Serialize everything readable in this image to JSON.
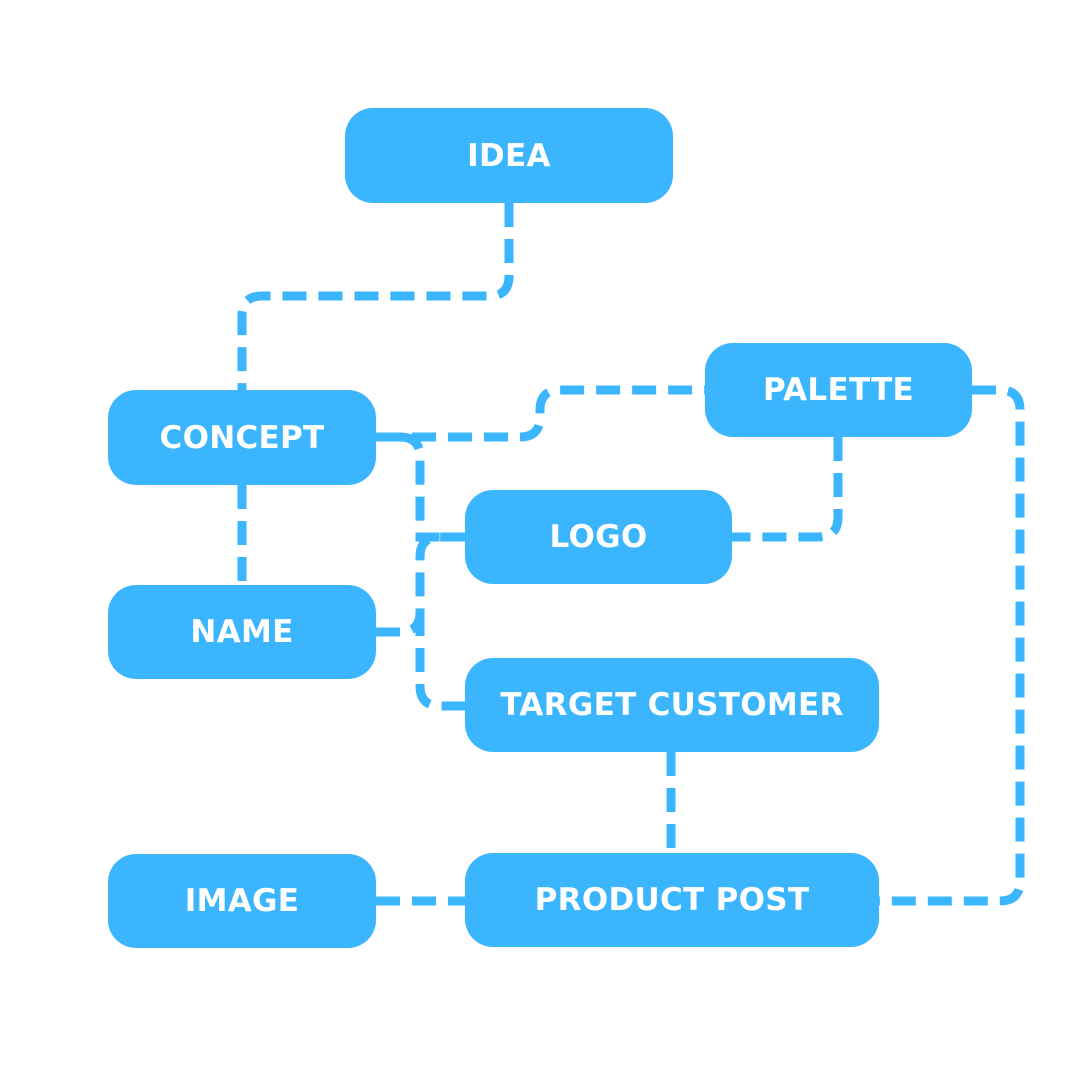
{
  "diagram": {
    "type": "flowchart",
    "colors": {
      "node_fill": "#3ab5fe",
      "node_text": "#ffffff",
      "connector": "#3ab5fe",
      "background": "#ffffff"
    },
    "connector_style": "dashed",
    "nodes": [
      {
        "id": "idea",
        "label": "IDEA"
      },
      {
        "id": "concept",
        "label": "CONCEPT"
      },
      {
        "id": "palette",
        "label": "PALETTE"
      },
      {
        "id": "logo",
        "label": "LOGO"
      },
      {
        "id": "name",
        "label": "NAME"
      },
      {
        "id": "target",
        "label": "TARGET CUSTOMER"
      },
      {
        "id": "image",
        "label": "IMAGE"
      },
      {
        "id": "product",
        "label": "PRODUCT POST"
      }
    ],
    "edges": [
      {
        "from": "idea",
        "to": "concept"
      },
      {
        "from": "concept",
        "to": "palette"
      },
      {
        "from": "concept",
        "to": "logo"
      },
      {
        "from": "concept",
        "to": "name"
      },
      {
        "from": "name",
        "to": "logo"
      },
      {
        "from": "name",
        "to": "target"
      },
      {
        "from": "palette",
        "to": "logo"
      },
      {
        "from": "palette",
        "to": "product"
      },
      {
        "from": "target",
        "to": "product"
      },
      {
        "from": "image",
        "to": "product"
      }
    ]
  }
}
